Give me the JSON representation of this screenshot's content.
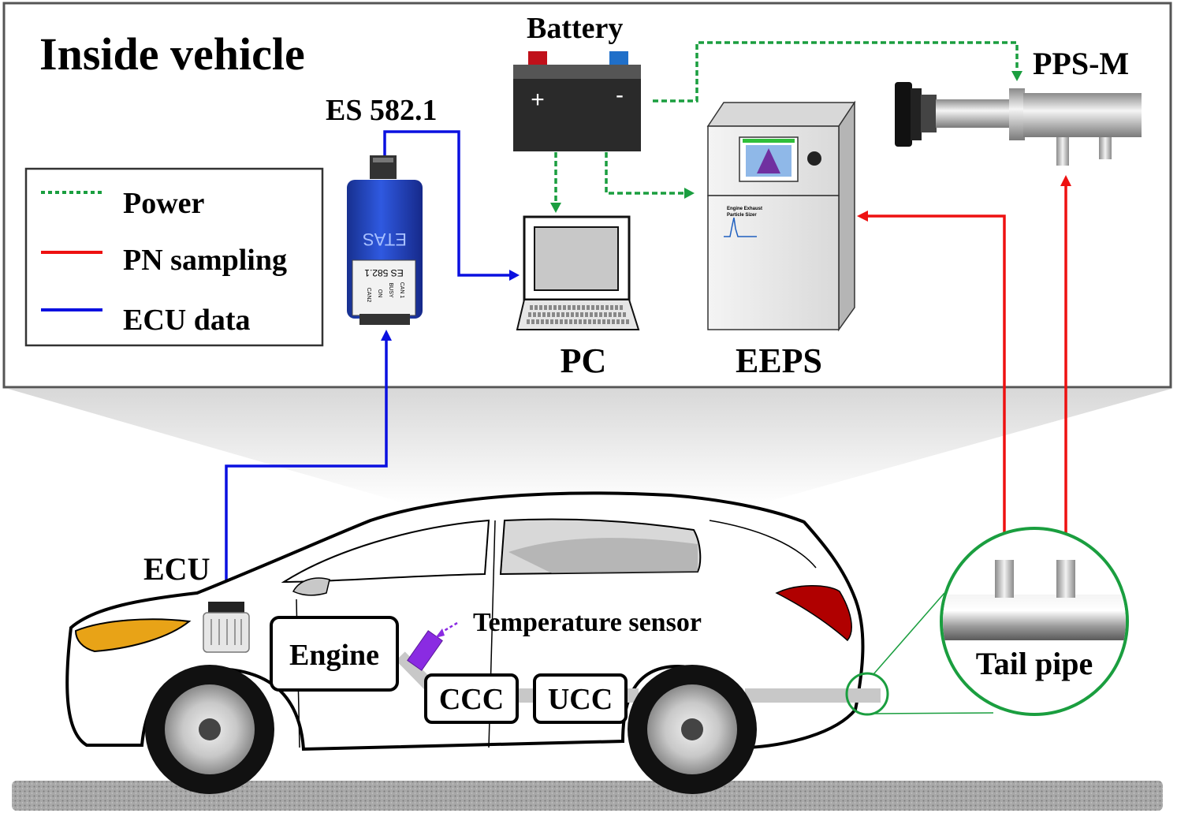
{
  "inside_vehicle": {
    "title": "Inside vehicle"
  },
  "legend": {
    "items": [
      {
        "label": "Power",
        "color": "#1a9e3f",
        "style": "dotted"
      },
      {
        "label": "PN sampling",
        "color": "#ee1111",
        "style": "solid"
      },
      {
        "label": "ECU data",
        "color": "#0a10e0",
        "style": "solid"
      }
    ]
  },
  "devices": {
    "battery": {
      "label": "Battery",
      "plus": "+",
      "minus": "-"
    },
    "es582": {
      "label": "ES 582.1",
      "brand_text": "ETAS",
      "plate_text": "ES 582.1",
      "ports": [
        "CAN 1",
        "BUSY",
        "ON",
        "CAN2"
      ]
    },
    "pc": {
      "label": "PC"
    },
    "eeps": {
      "label": "EEPS",
      "panel_line1": "Engine Exhaust",
      "panel_line2": "Particle Sizer"
    },
    "pps_m": {
      "label": "PPS-M"
    }
  },
  "vehicle": {
    "ecu_label": "ECU",
    "engine_label": "Engine",
    "temperature_sensor_label": "Temperature sensor",
    "ccc_label": "CCC",
    "ucc_label": "UCC",
    "tail_pipe_label": "Tail pipe"
  },
  "colors": {
    "power": "#1a9e3f",
    "pn_sampling": "#ee1111",
    "ecu_data": "#0a10e0",
    "magnifier": "#1a9e3f",
    "es582_body": "#1e3fc4",
    "battery_body": "#2a2a2a",
    "headlight": "#e8a317",
    "taillight": "#b00000",
    "sensor": "#8a2be2"
  }
}
